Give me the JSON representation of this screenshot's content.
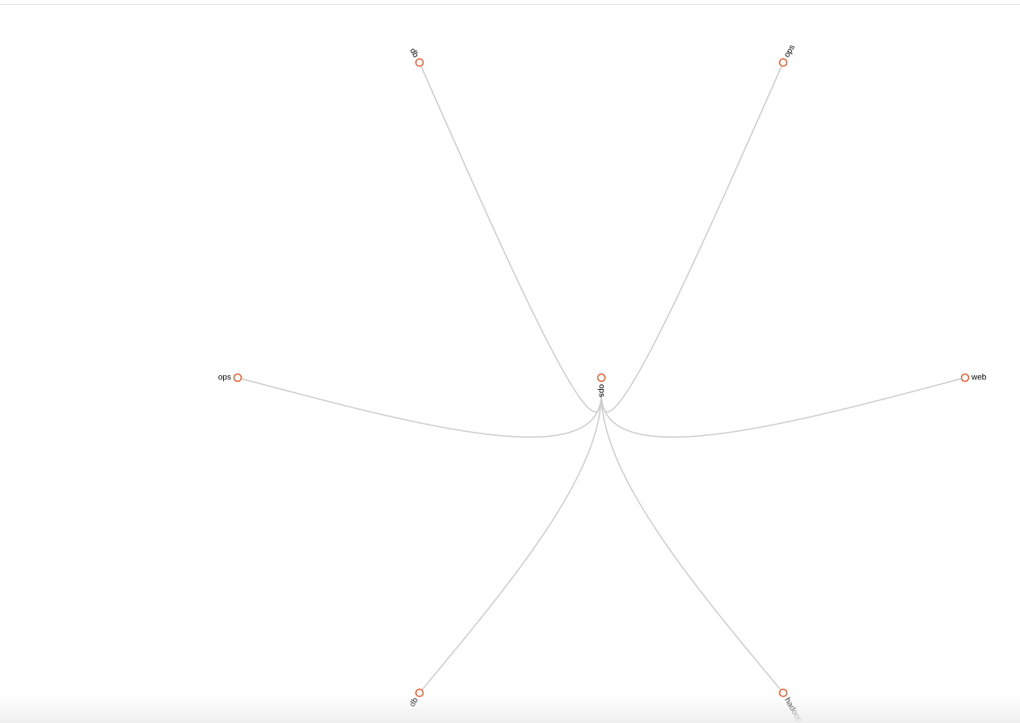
{
  "diagram": {
    "root": {
      "label": "ops"
    },
    "leaves": [
      {
        "label": "db"
      },
      {
        "label": "ops"
      },
      {
        "label": "web"
      },
      {
        "label": "hadoop"
      },
      {
        "label": "db"
      },
      {
        "label": "ops"
      }
    ],
    "colors": {
      "node_stroke": "#f05a28",
      "link": "#cccccc",
      "label": "#000000"
    }
  }
}
